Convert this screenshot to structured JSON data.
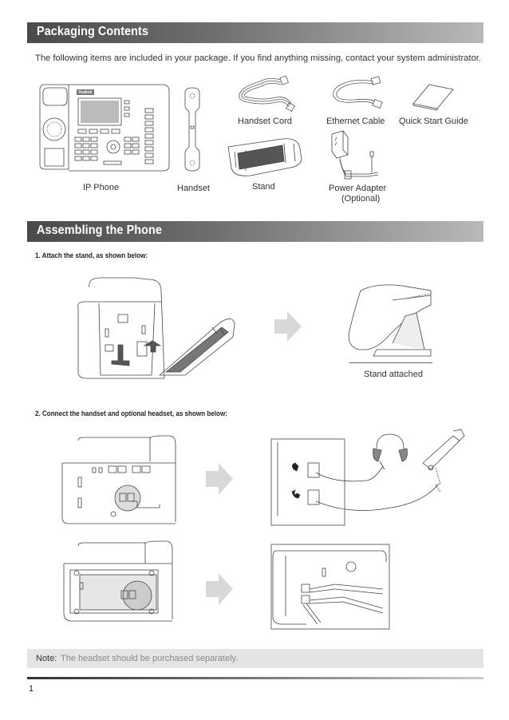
{
  "sections": {
    "packaging": {
      "title": "Packaging Contents"
    },
    "assembling": {
      "title": "Assembling the Phone"
    }
  },
  "intro": "The following items are included in your package. If you find anything missing, contact your system administrator.",
  "items": {
    "ip_phone": "IP Phone",
    "handset": "Handset",
    "handset_cord": "Handset Cord",
    "stand": "Stand",
    "ethernet_cable": "Ethernet Cable",
    "power_adapter": "Power Adapter",
    "power_adapter_note": "(Optional)",
    "quick_start_guide": "Quick Start Guide",
    "phone_brand": "Yealink"
  },
  "steps": {
    "step1": "1. Attach the stand, as shown below:",
    "stand_attached": "Stand attached",
    "step2": "2. Connect the handset and optional headset, as shown below:"
  },
  "note": {
    "label": "Note:",
    "text": "The headset should be purchased separately."
  },
  "page_number": "1",
  "colors": {
    "section_bar_dark": "#4a4a4a",
    "section_bar_light": "#b9b9b9",
    "note_bg": "#e4e4e4",
    "arrow": "#d8d8d8"
  }
}
